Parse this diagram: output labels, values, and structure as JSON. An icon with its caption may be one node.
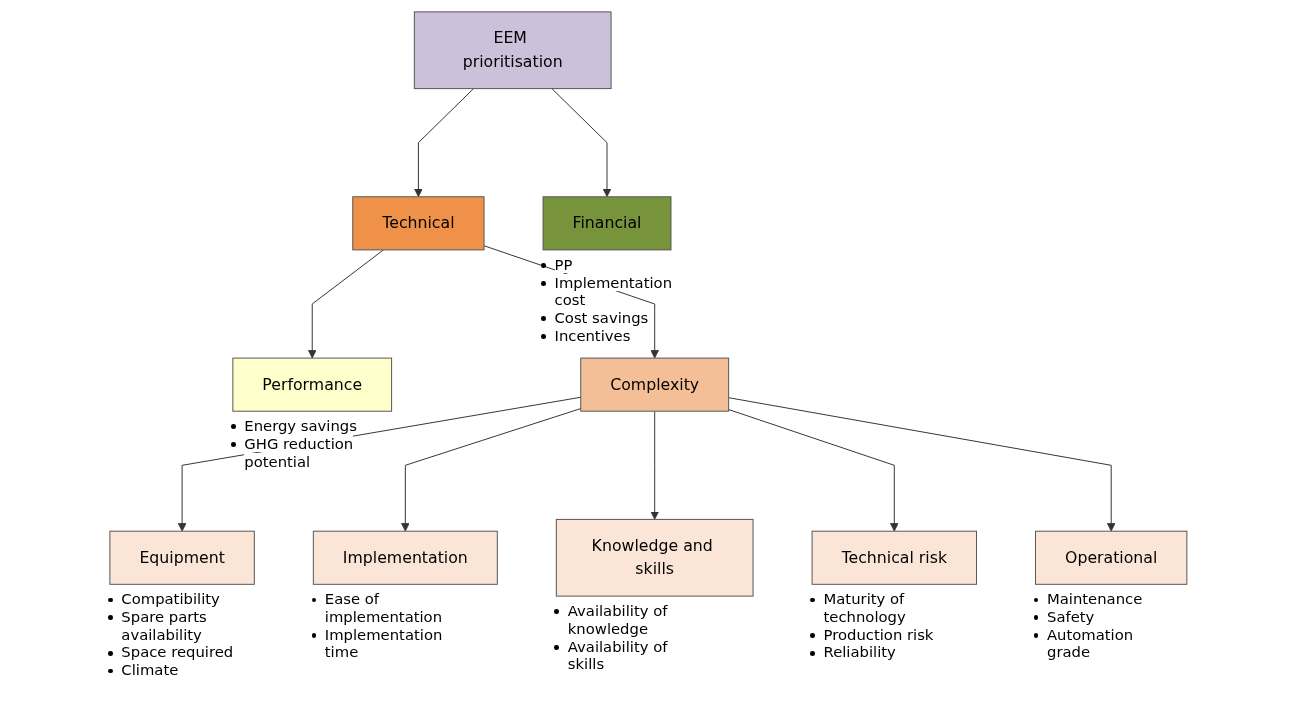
{
  "diagram": {
    "nodes": [
      {
        "text": [
          "EEM prioritisation"
        ]
      },
      {
        "text": [
          "Technical"
        ]
      },
      {
        "text": [
          "Financial"
        ],
        "beside": [
          "PP",
          "Implementation cost",
          "Cost savings",
          "Incentives"
        ]
      },
      {
        "text": [
          "Performance"
        ],
        "beside": [
          "Energy savings",
          "GHG reduction potential"
        ]
      },
      {
        "text": [
          "Complexity"
        ]
      },
      {
        "text": [
          "Equipment"
        ],
        "beside": [
          "Compatibility",
          "Spare parts availability",
          "Space required",
          "Climate"
        ]
      },
      {
        "text": [
          "Implementation"
        ],
        "beside": [
          "Ease of implementation",
          "Implementation time"
        ]
      },
      {
        "text": [
          "Knowledge and skills"
        ],
        "beside": [
          "Availability of knowledge",
          "Availability of skills"
        ]
      },
      {
        "text": [
          "Technical risk"
        ],
        "beside": [
          "Maturity of technology",
          "Production risk",
          "Reliability"
        ]
      },
      {
        "text": [
          "Operational"
        ],
        "beside": [
          "Maintenance",
          "Safety",
          "Automation grade"
        ]
      }
    ],
    "edges": [
      {
        "from": 0,
        "to": 1,
        "arrow": "to"
      },
      {
        "from": 0,
        "to": 2,
        "arrow": "to"
      },
      {
        "from": 1,
        "to": 3,
        "arrow": "to"
      },
      {
        "from": 1,
        "to": 4,
        "arrow": "to"
      },
      {
        "from": 4,
        "to": 5,
        "arrow": "to"
      },
      {
        "from": 4,
        "to": 6,
        "arrow": "to"
      },
      {
        "from": 4,
        "to": 7,
        "arrow": "to"
      },
      {
        "from": 4,
        "to": 8,
        "arrow": "to"
      },
      {
        "from": 4,
        "to": 9,
        "arrow": "to"
      }
    ]
  }
}
